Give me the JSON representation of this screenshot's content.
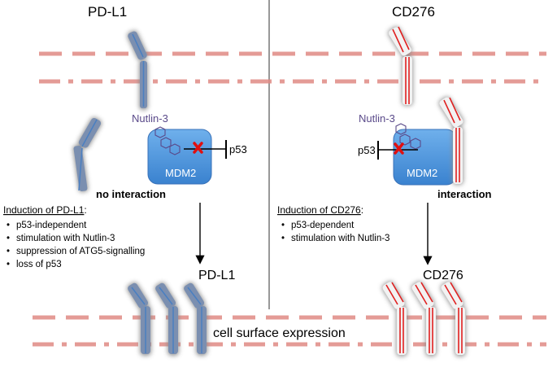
{
  "left_panel": {
    "top_label": "PD-L1",
    "drug_label": "Nutlin-3",
    "enzyme_label": "MDM2",
    "target_label": "p53",
    "status_label": "no interaction",
    "induction_title": "Induction of PD-L1",
    "induction_colon": ":",
    "bullets": [
      "p53-independent",
      "stimulation with Nutlin-3",
      "suppression of ATG5-signalling",
      "loss of p53"
    ],
    "bottom_label": "PD-L1"
  },
  "right_panel": {
    "top_label": "CD276",
    "drug_label": "Nutlin-3",
    "enzyme_label": "MDM2",
    "target_label": "p53",
    "status_label": "interaction",
    "induction_title": "Induction of CD276",
    "induction_colon": ":",
    "bullets": [
      "p53-dependent",
      "stimulation with Nutlin-3"
    ],
    "bottom_label": "CD276"
  },
  "footer": {
    "caption": "cell surface expression"
  },
  "colors": {
    "pdl1_core": "#4a7fc1",
    "pdl1_fill": "#7b8fb0",
    "cd276_stripe": "#e02020",
    "glow": "#9a9a9a",
    "membrane": "#e08a84",
    "mdm2_fill": "#4d97dc",
    "nutlin_text": "#5a4a8a",
    "block_mark": "#e01010"
  }
}
